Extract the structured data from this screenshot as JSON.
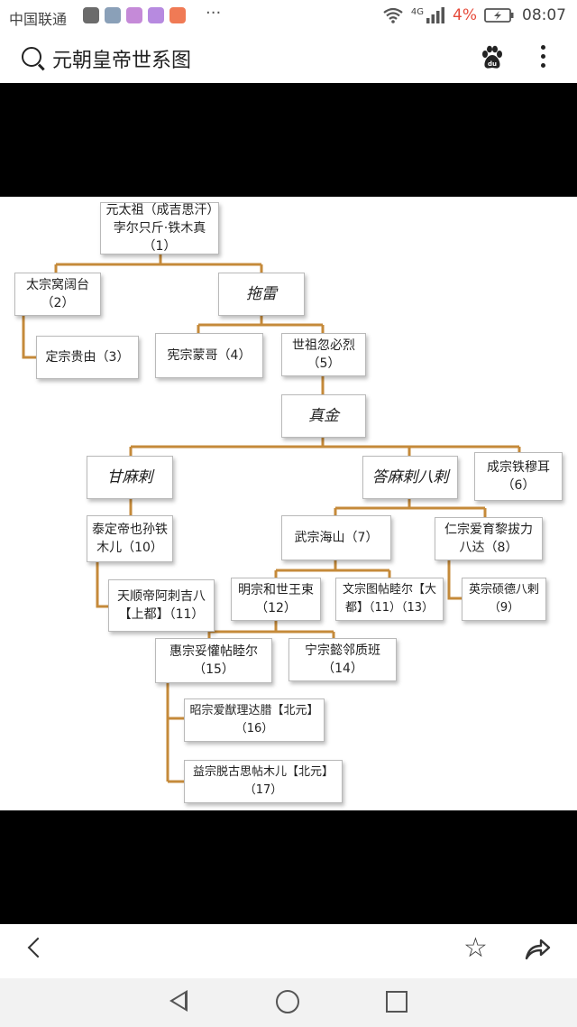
{
  "status_bar": {
    "carrier": "中国联通",
    "network": "4G",
    "battery": "4%",
    "time": "08:07",
    "more": "···"
  },
  "header": {
    "search_query": "元朝皇帝世系图"
  },
  "tree": {
    "nodes": [
      {
        "id": "n1",
        "text": "元太祖（成吉思汗）孛尔只斤·铁木真（1）"
      },
      {
        "id": "n2",
        "text": "太宗窝阔台（2）"
      },
      {
        "id": "n3",
        "text": "拖雷"
      },
      {
        "id": "n4",
        "text": "定宗贵由（3）"
      },
      {
        "id": "n5",
        "text": "宪宗蒙哥（4）"
      },
      {
        "id": "n6",
        "text": "世祖忽必烈（5）"
      },
      {
        "id": "n7",
        "text": "真金"
      },
      {
        "id": "n8",
        "text": "甘麻剌"
      },
      {
        "id": "n9",
        "text": "答麻剌八剌"
      },
      {
        "id": "n10",
        "text": "成宗铁穆耳（6）"
      },
      {
        "id": "n11",
        "text": "泰定帝也孙铁木儿（10）"
      },
      {
        "id": "n12",
        "text": "武宗海山（7）"
      },
      {
        "id": "n13",
        "text": "仁宗爱育黎拔力八达（8）"
      },
      {
        "id": "n14",
        "text": "天顺帝阿刺吉八【上都】（11）"
      },
      {
        "id": "n15",
        "text": "明宗和世王束（12）"
      },
      {
        "id": "n16",
        "text": "文宗图帖睦尔【大都】（11）（13）"
      },
      {
        "id": "n17",
        "text": "英宗硕德八剌（9）"
      },
      {
        "id": "n18",
        "text": "惠宗妥懽帖睦尔（15）"
      },
      {
        "id": "n19",
        "text": "宁宗懿邻质班（14）"
      },
      {
        "id": "n20",
        "text": "昭宗爱猷理达腊【北元】（16）"
      },
      {
        "id": "n21",
        "text": "益宗脱古思帖木儿【北元】（17）"
      }
    ]
  }
}
